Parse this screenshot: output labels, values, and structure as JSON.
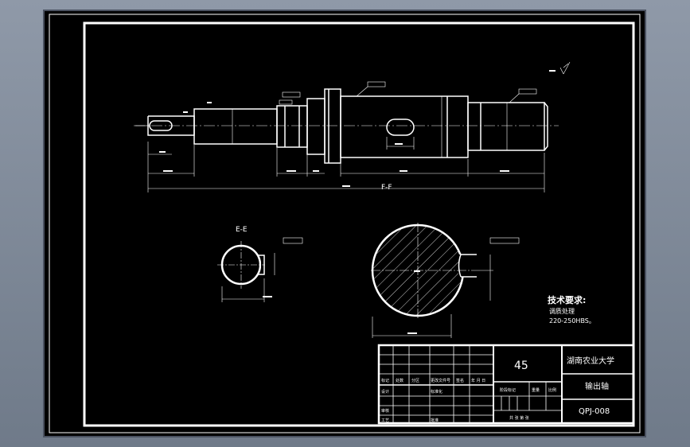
{
  "title_block": {
    "material": "45",
    "school": "湖南农业大学",
    "part_name": "输出轴",
    "drawing_number": "QPJ-008",
    "stage_header": "阶段标记",
    "weight_header": "重量",
    "scale_header": "比例",
    "sheet_info": "共 张 第 张",
    "row_labels": [
      "标记",
      "设计",
      "审核",
      "工艺"
    ],
    "small_labels": [
      "处数",
      "分区",
      "更改文件号",
      "签名",
      "年 月 日",
      "标准化",
      "批准"
    ]
  },
  "tech_requirements": {
    "heading": "技术要求:",
    "line1": "调质处理",
    "line2": "220-250HBS。"
  },
  "section_labels": {
    "section_ee": "E-E",
    "total_length_label": "F-F"
  },
  "colors": {
    "sheet": "#000000",
    "lines": "#ffffff",
    "screen": "#7d8797"
  }
}
